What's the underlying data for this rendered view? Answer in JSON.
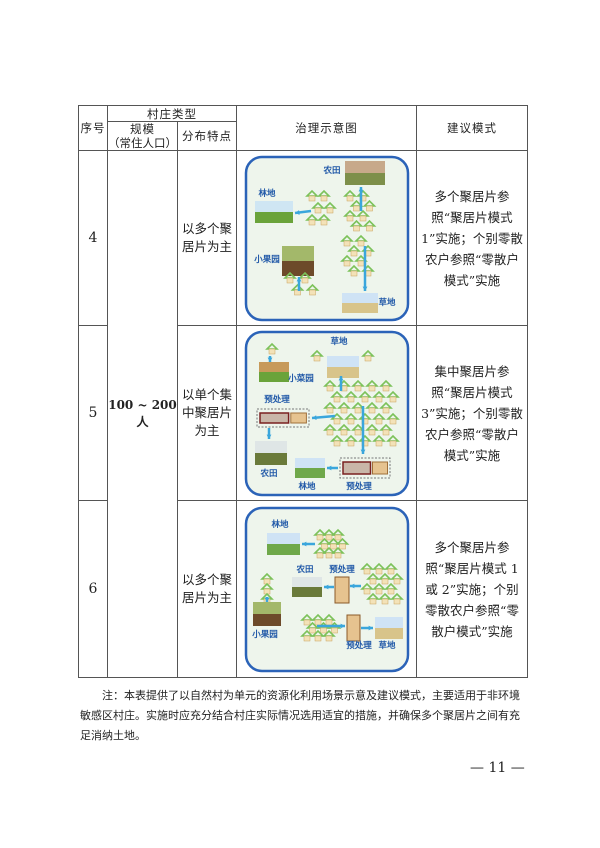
{
  "header": {
    "index": "序号",
    "village_type": "村庄类型",
    "scale": "规模",
    "scale_sub": "（常住人口）",
    "distribution": "分布特点",
    "diagram": "治理示意图",
    "suggestion": "建议模式"
  },
  "scale_merged": "100 ~ 200 人",
  "rows": [
    {
      "index": "4",
      "distribution": "以多个聚居片为主",
      "suggestion": "多个聚居片参照“聚居片模式 1”实施；个别零散农户参照“零散户模式”实施",
      "labels": [
        "农田",
        "林地",
        "小果园",
        "草地"
      ]
    },
    {
      "index": "5",
      "distribution": "以单个集中聚居片为主",
      "suggestion": "集中聚居片参照“聚居片模式 3”实施；个别零散农户参照“零散户模式”实施",
      "labels": [
        "草地",
        "小菜园",
        "预处理",
        "农田",
        "林地",
        "预处理"
      ]
    },
    {
      "index": "6",
      "distribution": "以多个聚居片为主",
      "suggestion": "多个聚居片参照“聚居片模式 1 或 2”实施；个别零散农户参照“零散户模式”实施",
      "labels": [
        "林地",
        "农田",
        "预处理",
        "小果园",
        "预处理",
        "草地"
      ]
    }
  ],
  "note": "注：本表提供了以自然村为单元的资源化利用场景示意及建议模式，主要适用于非环境敏感区村庄。实施时应充分结合村庄实际情况选用适宜的措施，并确保多个聚居片之间有充足消纳土地。",
  "page_number": "— 11 —",
  "colors": {
    "frame": "#2b63b8",
    "arrow": "#3aa6dc",
    "bg": "#eef5ec",
    "house": "#7cc25a"
  }
}
